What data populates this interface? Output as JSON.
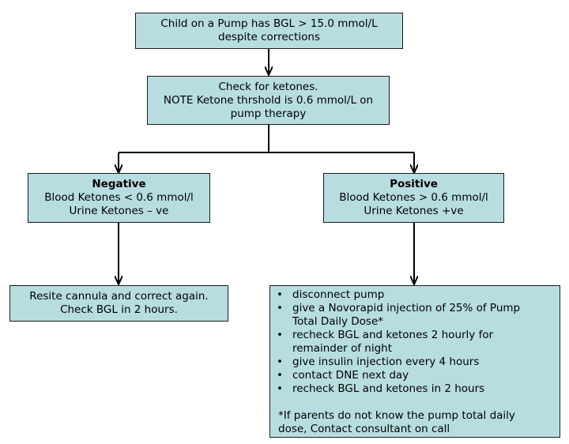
{
  "start": {
    "lines": [
      "Child on a Pump has BGL > 15.0 mmol/L",
      "despite corrections"
    ]
  },
  "check": {
    "lines": [
      "Check for ketones.",
      "NOTE Ketone thrshold is 0.6 mmol/L on",
      "pump therapy"
    ]
  },
  "negative": {
    "title": "Negative",
    "lines": [
      "Blood Ketones < 0.6 mmol/l",
      "Urine Ketones – ve"
    ]
  },
  "positive": {
    "title": "Positive",
    "lines": [
      "Blood Ketones > 0.6 mmol/l",
      "Urine Ketones +ve"
    ]
  },
  "resite": {
    "lines": [
      "Resite cannula and correct again.",
      "Check BGL in 2 hours."
    ]
  },
  "actions": {
    "bullet_glyph": "•",
    "items": [
      {
        "lines": [
          "disconnect pump"
        ]
      },
      {
        "lines": [
          "give a Novorapid injection of 25% of Pump",
          "Total Daily Dose*"
        ]
      },
      {
        "lines": [
          "recheck BGL and ketones 2 hourly for",
          "remainder of night"
        ]
      },
      {
        "lines": [
          "give insulin injection every 4 hours"
        ]
      },
      {
        "lines": [
          "contact DNE next day"
        ]
      },
      {
        "lines": [
          "recheck BGL and ketones in 2 hours"
        ]
      }
    ],
    "note_lines": [
      "*If parents do not know the pump total daily",
      "dose, Contact consultant on call"
    ]
  },
  "colors": {
    "box_fill": "#b7dde1",
    "box_border": "#1c1c1c",
    "arrow": "#000000"
  }
}
